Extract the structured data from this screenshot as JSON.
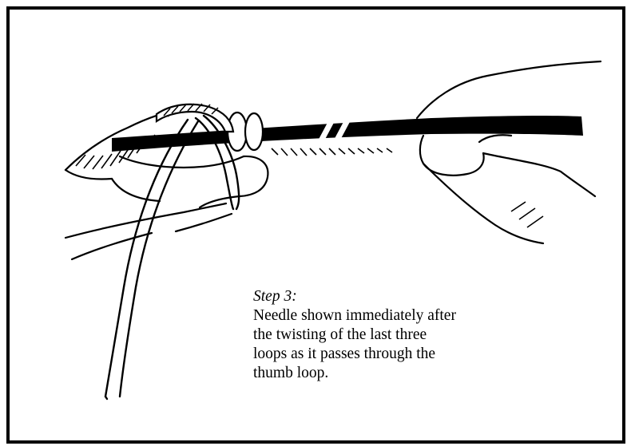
{
  "caption": {
    "step": "Step 3:",
    "lines": [
      "Needle shown immediately after",
      "the twisting of the last three",
      "loops as it passes through the",
      "thumb loop."
    ]
  },
  "colors": {
    "ink": "#000000",
    "paper": "#ffffff"
  }
}
